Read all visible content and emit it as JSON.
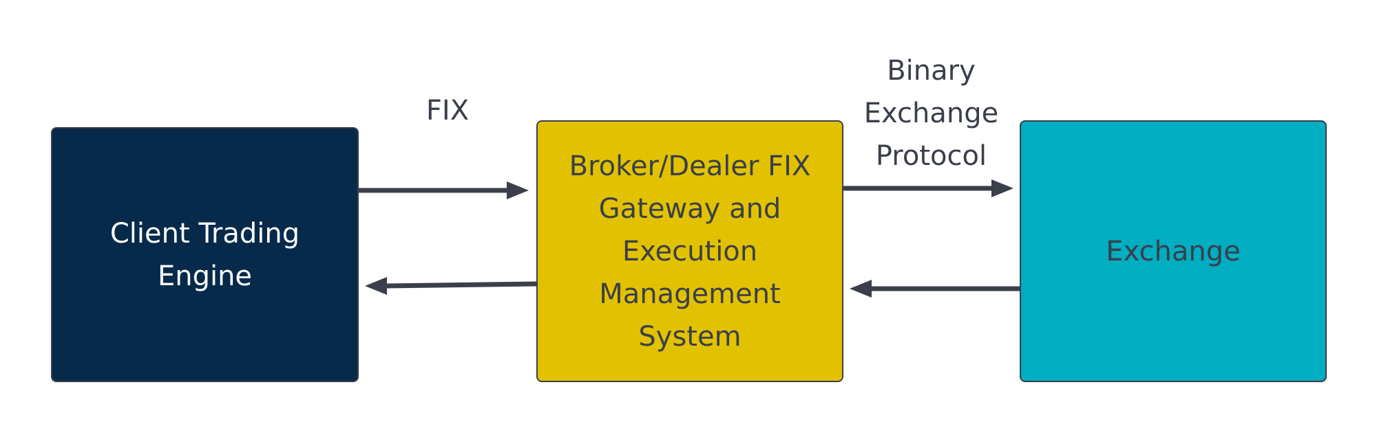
{
  "diagram": {
    "nodes": {
      "client": {
        "label": "Client Trading\nEngine",
        "fill": "#072a4a",
        "text_color": "#ffffff"
      },
      "broker": {
        "label": "Broker/Dealer FIX\nGateway and\nExecution\nManagement\nSystem",
        "fill": "#e2c200",
        "text_color": "#3a3f4a"
      },
      "exchange": {
        "label": "Exchange",
        "fill": "#00adc1",
        "text_color": "#3a3f4a"
      }
    },
    "edge_labels": {
      "fix": "FIX",
      "binary": "Binary\nExchange\nProtocol"
    },
    "edges": [
      {
        "from": "client",
        "to": "broker",
        "label": "FIX"
      },
      {
        "from": "broker",
        "to": "client"
      },
      {
        "from": "broker",
        "to": "exchange",
        "label": "Binary Exchange Protocol"
      },
      {
        "from": "exchange",
        "to": "broker"
      }
    ],
    "arrow_color": "#3a3f4a"
  }
}
